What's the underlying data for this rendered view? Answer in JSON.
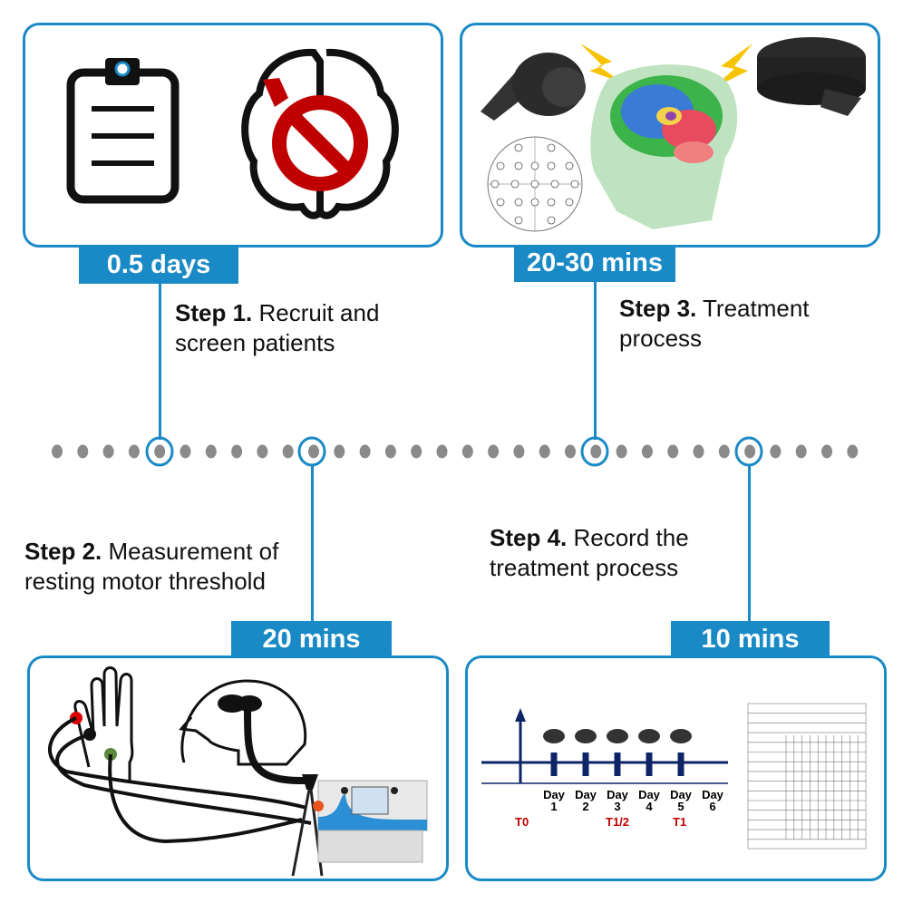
{
  "colors": {
    "accent": "#1a8ac6",
    "dot": "#8a8a8a",
    "timeline": "#0d2566",
    "marker": "#c00000"
  },
  "steps": [
    {
      "duration": "0.5 days",
      "title": "Step 1.",
      "text": " Recruit and screen patients",
      "icons": [
        "clipboard-icon",
        "brain-prohibited-icon"
      ]
    },
    {
      "duration": "20 mins",
      "title": "Step 2.",
      "text": " Measurement of resting motor threshold",
      "icons": [
        "hand-electrodes-icon",
        "head-brain-icon",
        "stimulator-device-icon"
      ]
    },
    {
      "duration": "20-30 mins",
      "title": "Step 3.",
      "text": " Treatment process",
      "icons": [
        "tms-coil-icon",
        "eeg-electrode-map-icon",
        "brain-icon"
      ]
    },
    {
      "duration": "10 mins",
      "title": "Step 4.",
      "text": " Record the treatment process",
      "icons": [
        "treatment-timeline",
        "record-form"
      ]
    }
  ],
  "timeline": {
    "days": [
      {
        "l1": "Day",
        "l2": "1"
      },
      {
        "l1": "Day",
        "l2": "2"
      },
      {
        "l1": "Day",
        "l2": "3"
      },
      {
        "l1": "Day",
        "l2": "4"
      },
      {
        "l1": "Day",
        "l2": "5"
      },
      {
        "l1": "Day",
        "l2": "6"
      }
    ],
    "markers": [
      "T0",
      "T1/2",
      "T1"
    ]
  }
}
